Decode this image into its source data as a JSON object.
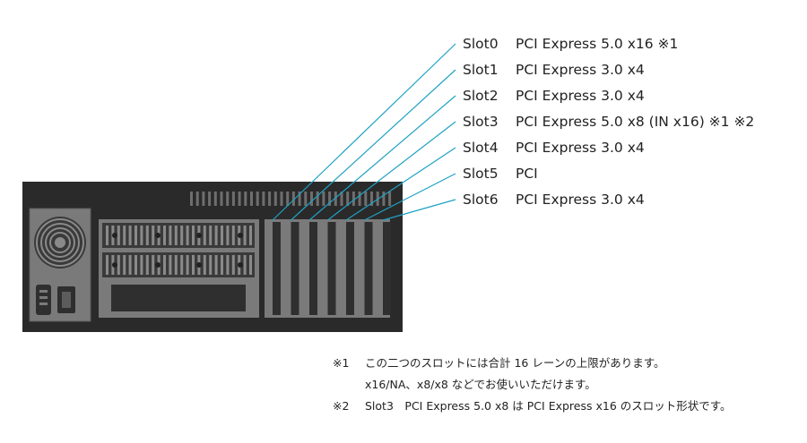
{
  "colors": {
    "chassis": "#2a2a2a",
    "panel": "#7a7a7a",
    "leader_line": "#1fa2c4"
  },
  "slots": [
    {
      "name": "Slot0",
      "spec": "PCI Express 5.0 x16 ※1"
    },
    {
      "name": "Slot1",
      "spec": "PCI Express 3.0 x4"
    },
    {
      "name": "Slot2",
      "spec": "PCI Express 3.0 x4"
    },
    {
      "name": "Slot3",
      "spec": "PCI Express 5.0 x8 (IN x16) ※1 ※2"
    },
    {
      "name": "Slot4",
      "spec": "PCI Express 3.0 x4"
    },
    {
      "name": "Slot5",
      "spec": "PCI"
    },
    {
      "name": "Slot6",
      "spec": "PCI Express 3.0 x4"
    }
  ],
  "notes": {
    "note1": {
      "mark": "※1",
      "line1": "この二つのスロットには合計 16 レーンの上限があります。",
      "line2": "x16/NA、x8/x8 などでお使いいただけます。"
    },
    "note2": {
      "mark": "※2",
      "text": "Slot3　PCI Express 5.0 x8 は PCI Express x16 のスロット形状です。"
    }
  }
}
